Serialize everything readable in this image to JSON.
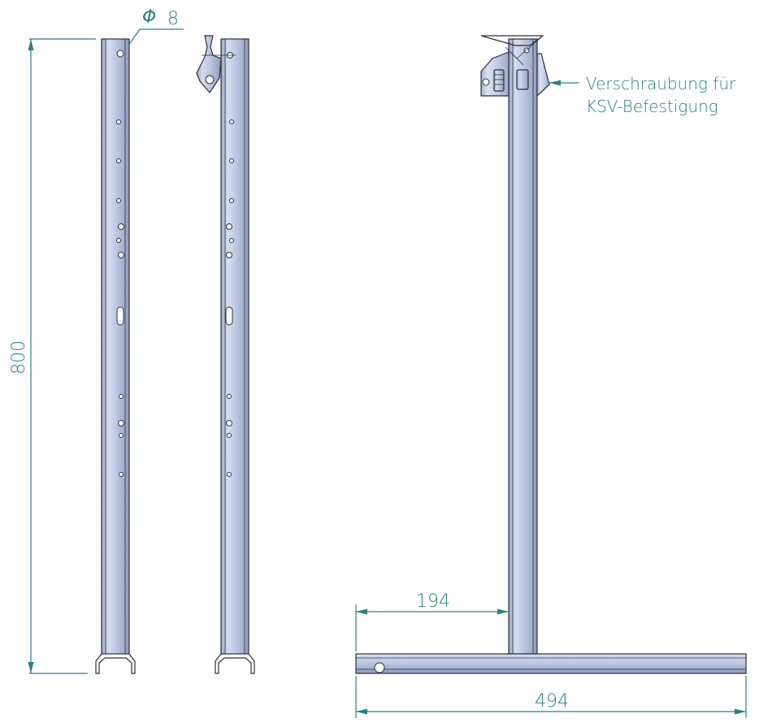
{
  "dimensions": {
    "height_value": "800",
    "hole_diameter_symbol": "Φ",
    "hole_diameter_value": "8",
    "offset_value": "194",
    "base_length_value": "494"
  },
  "annotation": {
    "line1": "Verschraubung für",
    "line2": "KSV-Befestigung"
  },
  "colors": {
    "dimension": "#2a7f86",
    "steel_light": "#c9d2e8",
    "steel_dark": "#8e9bbd",
    "outline": "#2d2f38"
  }
}
